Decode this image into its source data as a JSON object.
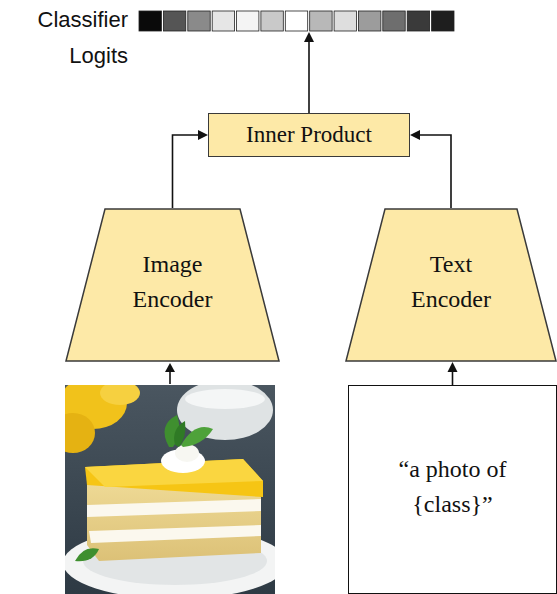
{
  "diagram": {
    "nodes": [
      {
        "text": [
          "Classifier Logits"
        ]
      },
      {
        "text": [
          "Inner Product"
        ]
      },
      {
        "text": [
          "Image Encoder"
        ]
      },
      {
        "text": [
          "Text Encoder"
        ]
      },
      {
        "text": [
          "“a photo of {class}”"
        ]
      }
    ],
    "edges": [
      {
        "from": 1,
        "to": 0,
        "arrow": "to"
      },
      {
        "from": 2,
        "to": 1,
        "arrow": "to"
      },
      {
        "from": 3,
        "to": 1,
        "arrow": "to"
      },
      {
        "from": 4,
        "to": 3,
        "arrow": "to"
      }
    ]
  }
}
